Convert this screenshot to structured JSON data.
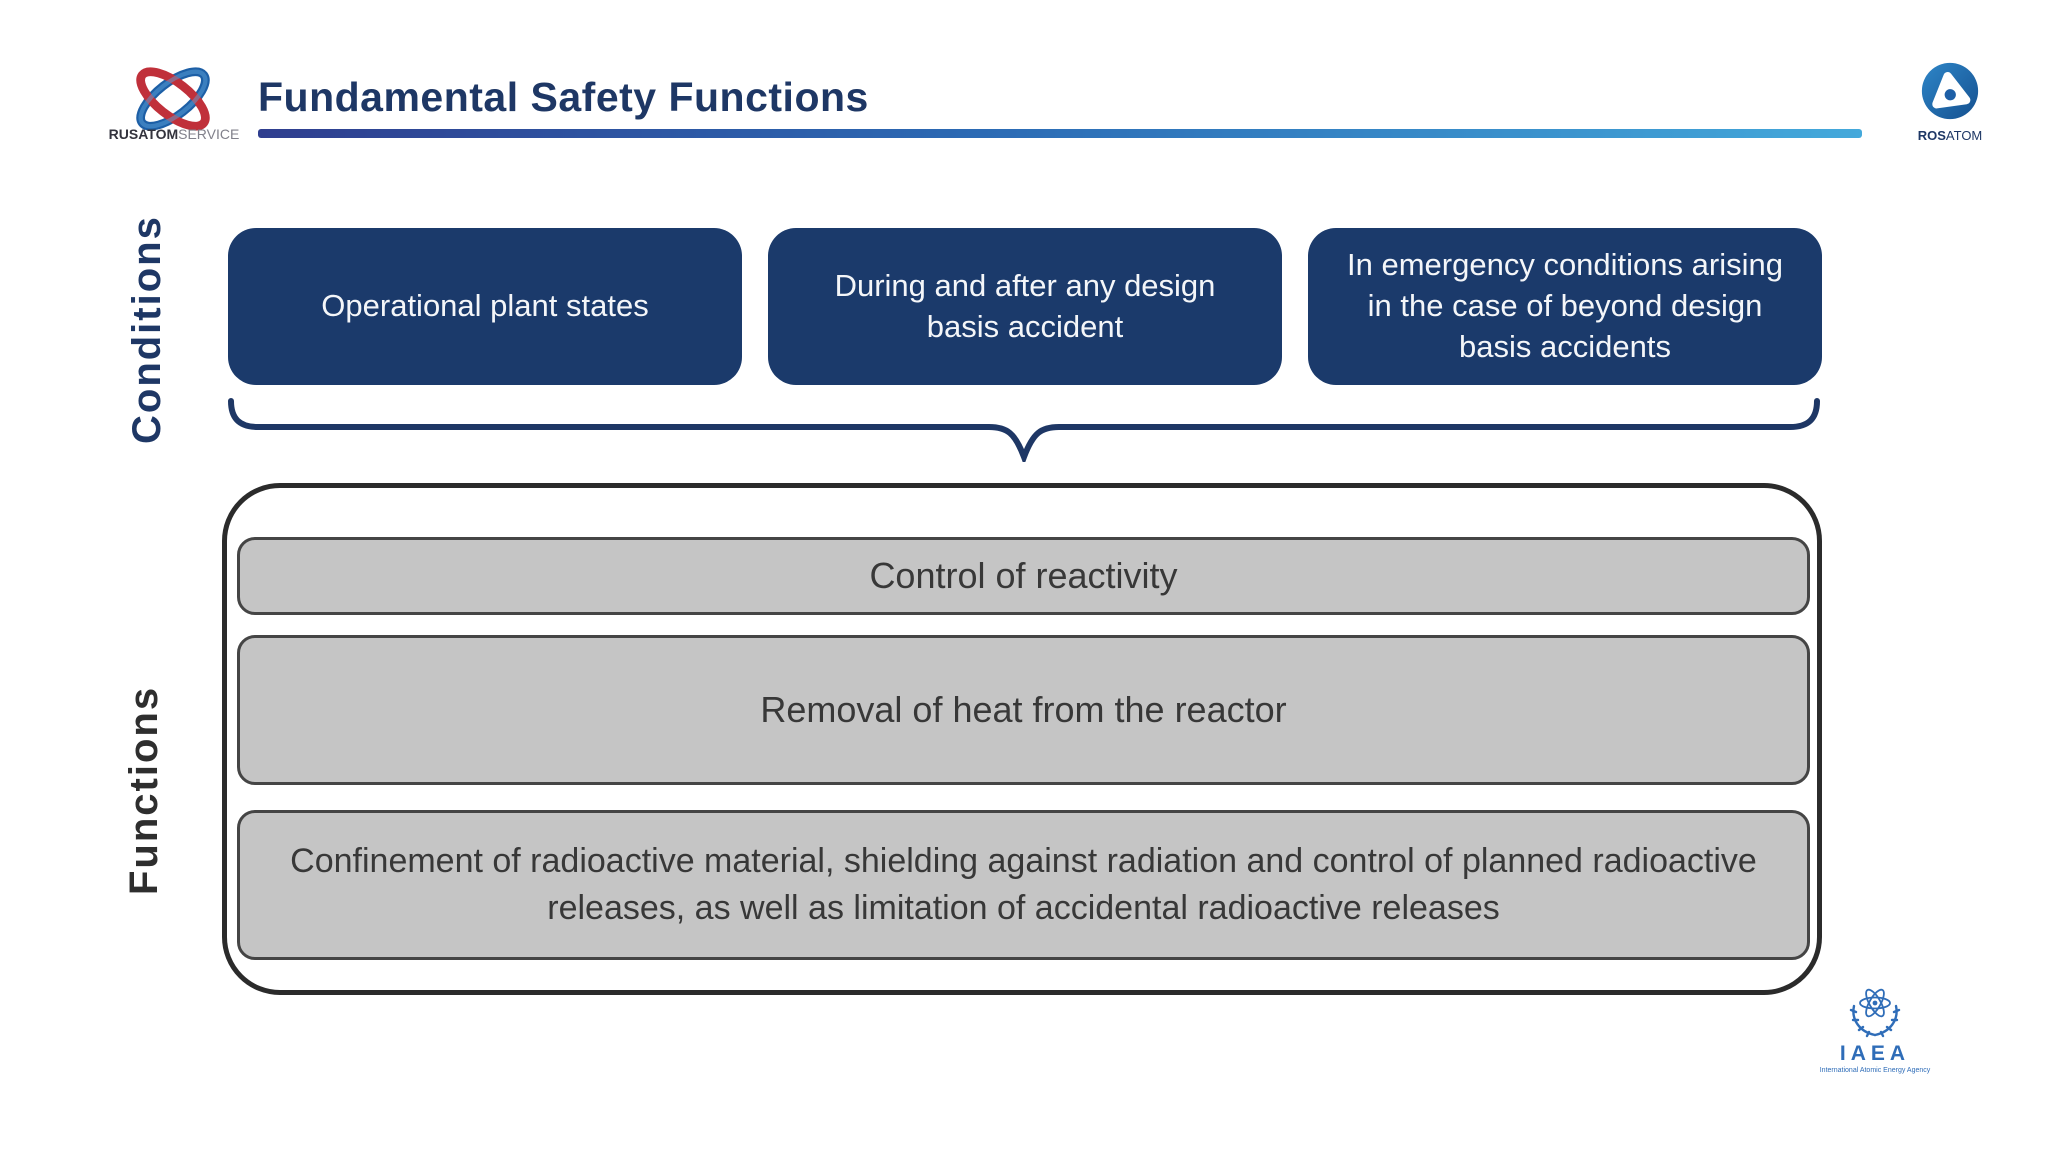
{
  "header": {
    "title": "Fundamental Safety Functions",
    "rusatom_logo": {
      "bold": "RUSATOM",
      "light": "SERVICE"
    },
    "rosatom_logo": {
      "bold": "ROS",
      "light": "ATOM"
    }
  },
  "conditions": {
    "label": "Conditions",
    "boxes": [
      "Operational plant states",
      "During and after any design basis accident",
      "In emergency conditions arising in the case of beyond design basis accidents"
    ]
  },
  "functions": {
    "label": "Functions",
    "boxes": [
      "Control of reactivity",
      "Removal of heat from the reactor",
      "Confinement of radioactive material, shielding against radiation and control of planned radioactive releases, as well as limitation of accidental radioactive releases"
    ]
  },
  "footer": {
    "iaea": {
      "acronym": "IAEA",
      "caption": "International Atomic Energy Agency"
    }
  },
  "colors": {
    "navy_box": "#1b3a6b",
    "title_navy": "#1e3765",
    "rule_gradient_start": "#2f3e8f",
    "rule_gradient_end": "#44a9db",
    "gray_box_fill": "#c5c5c5",
    "gray_box_border": "#454545",
    "container_border": "#2b2b2b",
    "functions_label": "#2e2e2e",
    "iaea_blue": "#2f6db8",
    "rusatom_red": "#c0303a",
    "rusatom_blue": "#1d5fa6"
  }
}
